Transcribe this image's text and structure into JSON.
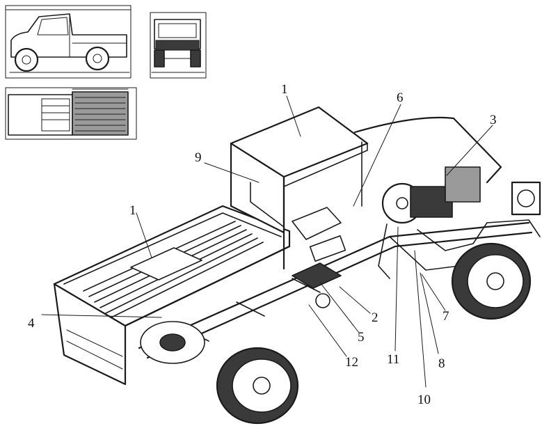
{
  "diagram": {
    "callouts": [
      {
        "id": "1a",
        "text": "1"
      },
      {
        "id": "1b",
        "text": "1"
      },
      {
        "id": "2",
        "text": "2"
      },
      {
        "id": "3",
        "text": "3"
      },
      {
        "id": "4",
        "text": "4"
      },
      {
        "id": "5",
        "text": "5"
      },
      {
        "id": "6",
        "text": "6"
      },
      {
        "id": "7",
        "text": "7"
      },
      {
        "id": "8",
        "text": "8"
      },
      {
        "id": "9",
        "text": "9"
      },
      {
        "id": "10",
        "text": "10"
      },
      {
        "id": "11",
        "text": "11"
      },
      {
        "id": "12",
        "text": "12"
      }
    ]
  }
}
